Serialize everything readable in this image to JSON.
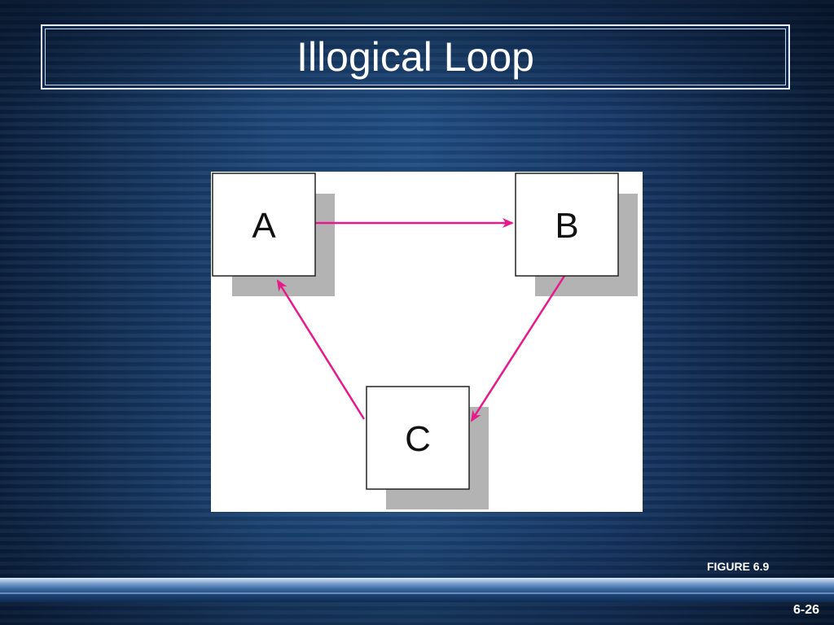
{
  "slide": {
    "title": "Illogical Loop",
    "figure_caption": "FIGURE 6.9",
    "page_number": "6-26"
  },
  "diagram": {
    "nodes": [
      {
        "id": "A",
        "label": "A"
      },
      {
        "id": "B",
        "label": "B"
      },
      {
        "id": "C",
        "label": "C"
      }
    ],
    "edges": [
      {
        "from": "A",
        "to": "B"
      },
      {
        "from": "B",
        "to": "C"
      },
      {
        "from": "C",
        "to": "A"
      }
    ],
    "colors": {
      "arrow": "#e8198b",
      "node_fill": "#ffffff",
      "node_border": "#222222",
      "node_shadow": "#b3b3b3"
    }
  }
}
